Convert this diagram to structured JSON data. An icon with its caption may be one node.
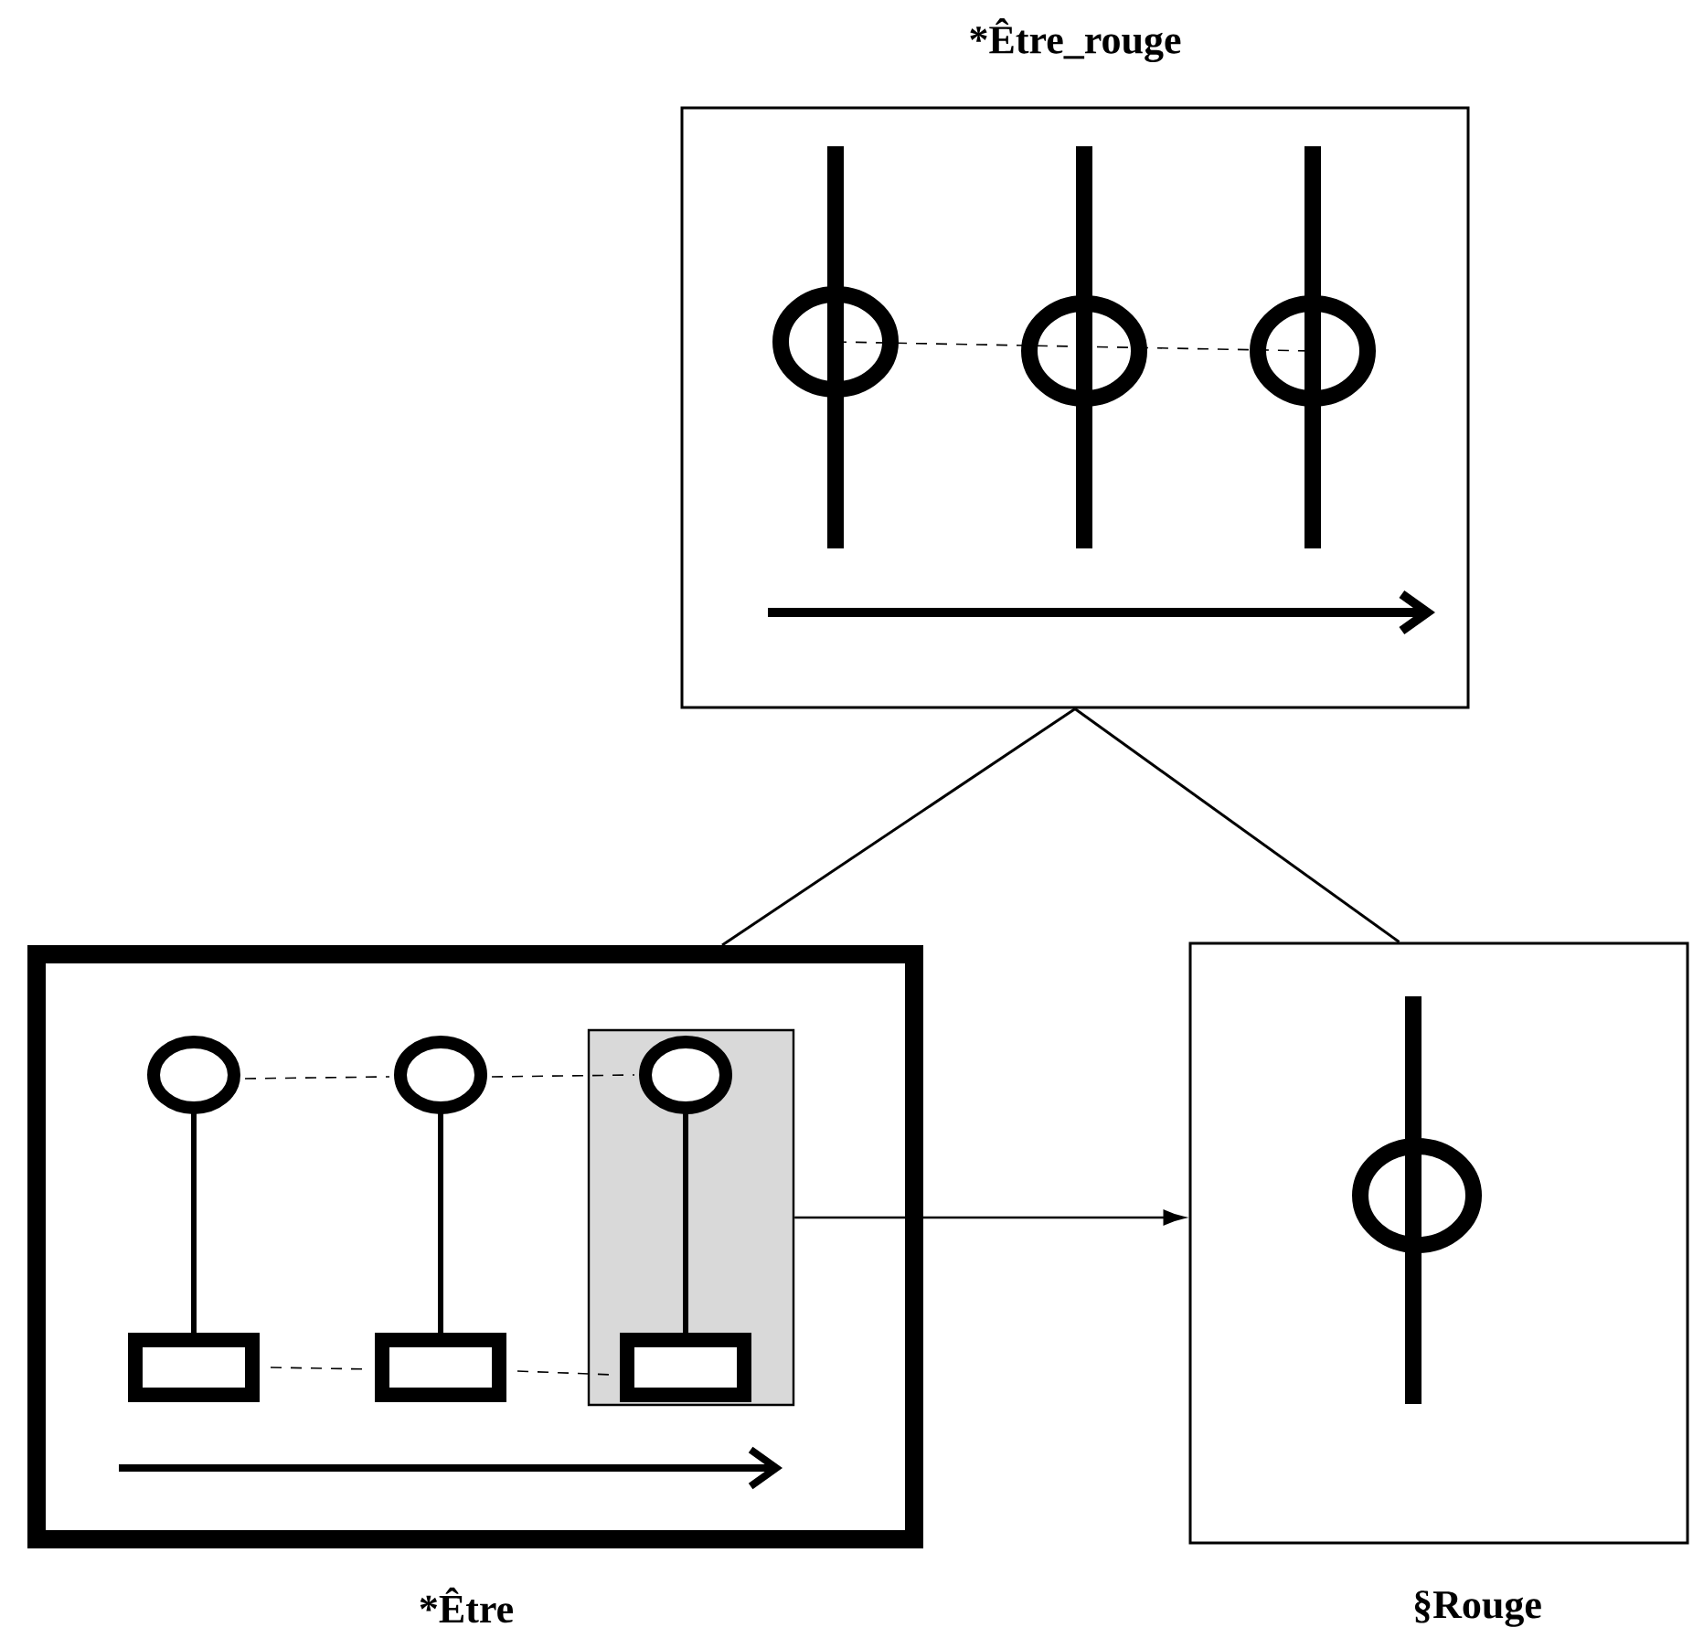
{
  "diagram": {
    "nodes": [
      {
        "text": [
          "*Être_rouge"
        ]
      },
      {
        "text": [
          "*Être"
        ]
      },
      {
        "text": [],
        "shape": "box",
        "in": 1
      },
      {
        "text": [
          "§Rouge"
        ]
      }
    ],
    "edges": [
      {
        "from": 0,
        "to": 1,
        "arrow": "none"
      },
      {
        "from": 0,
        "to": 3,
        "arrow": "none"
      },
      {
        "from": 2,
        "to": 3,
        "arrow": "to"
      }
    ]
  }
}
